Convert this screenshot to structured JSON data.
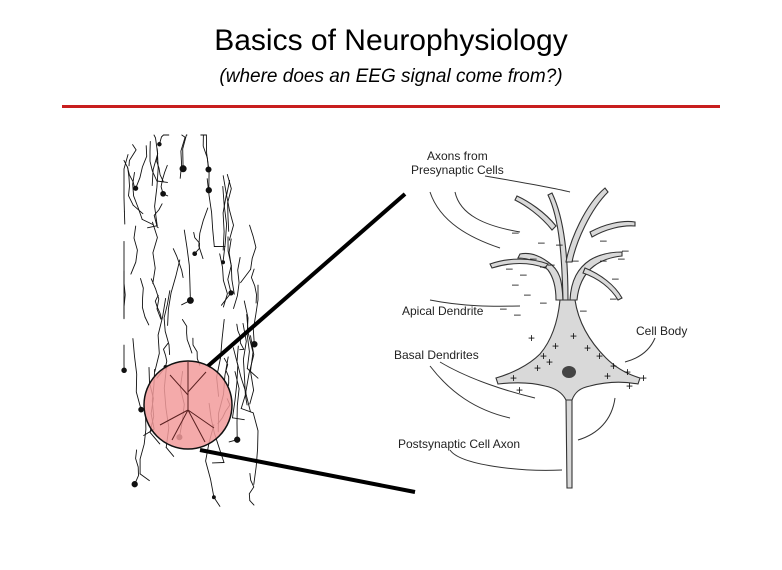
{
  "slide": {
    "title": "Basics of Neurophysiology",
    "subtitle": "(where does an EEG signal come from?)",
    "rule_color": "#c81e1e"
  },
  "diagram": {
    "labels": {
      "axons": "Axons from\nPresynaptic Cells",
      "apical": "Apical Dendrite",
      "cell_body": "Cell Body",
      "basal": "Basal Dendrites",
      "axon": "Postsynaptic Cell Axon"
    },
    "magnifier_color": "#f29b9b",
    "minus_sign": "–",
    "plus_sign": "+"
  }
}
